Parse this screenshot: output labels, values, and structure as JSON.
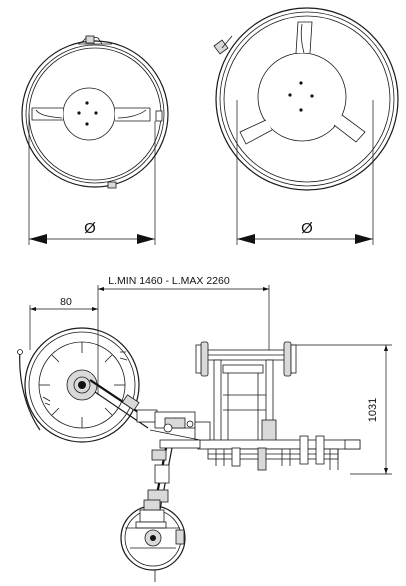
{
  "dimensions": {
    "diameter_left": "Ø",
    "diameter_right": "Ø",
    "length_range": "L.MIN 1460 - L.MAX 2260",
    "offset": "80",
    "height": "1031"
  }
}
